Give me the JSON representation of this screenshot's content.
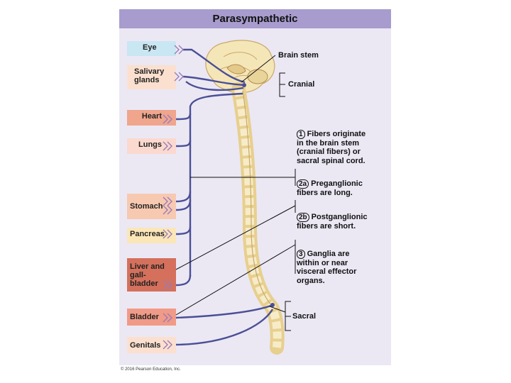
{
  "title": "Parasympathetic",
  "organs": {
    "eye": "Eye",
    "salivary": "Salivary\nglands",
    "heart": "Heart",
    "lungs": "Lungs",
    "stomach": "Stomach",
    "pancreas": "Pancreas",
    "liver": "Liver and\ngall-\nbladder",
    "bladder": "Bladder",
    "genitals": "Genitals"
  },
  "labels": {
    "brain_stem": "Brain stem",
    "cranial": "Cranial",
    "sacral": "Sacral"
  },
  "notes": [
    {
      "num": "1",
      "text": "Fibers originate\nin the brain stem\n(cranial fibers) or\nsacral spinal cord."
    },
    {
      "num": "2a",
      "text": "Preganglionic\nfibers are long."
    },
    {
      "num": "2b",
      "text": "Postganglionic\nfibers are short."
    },
    {
      "num": "3",
      "text": "Ganglia are\nwithin or near\nvisceral effector\norgans."
    }
  ],
  "copyright": "© 2016 Pearson Education, Inc.",
  "colors": {
    "header": "#a79ccd",
    "panel": "#ebe8f4",
    "fiber": "#4b4f96",
    "eye_box": "#c9e6f3",
    "salivary_box": "#fbe0cf",
    "heart_box": "#f0a58d",
    "lungs_box": "#fbd9cf",
    "stomach_box": "#f7c9b0",
    "pancreas_box": "#fbe6b8",
    "liver_box": "#d4705c",
    "bladder_box": "#f19a87",
    "genitals_box": "#fbe0cf",
    "spine": "#f5e6b8"
  }
}
